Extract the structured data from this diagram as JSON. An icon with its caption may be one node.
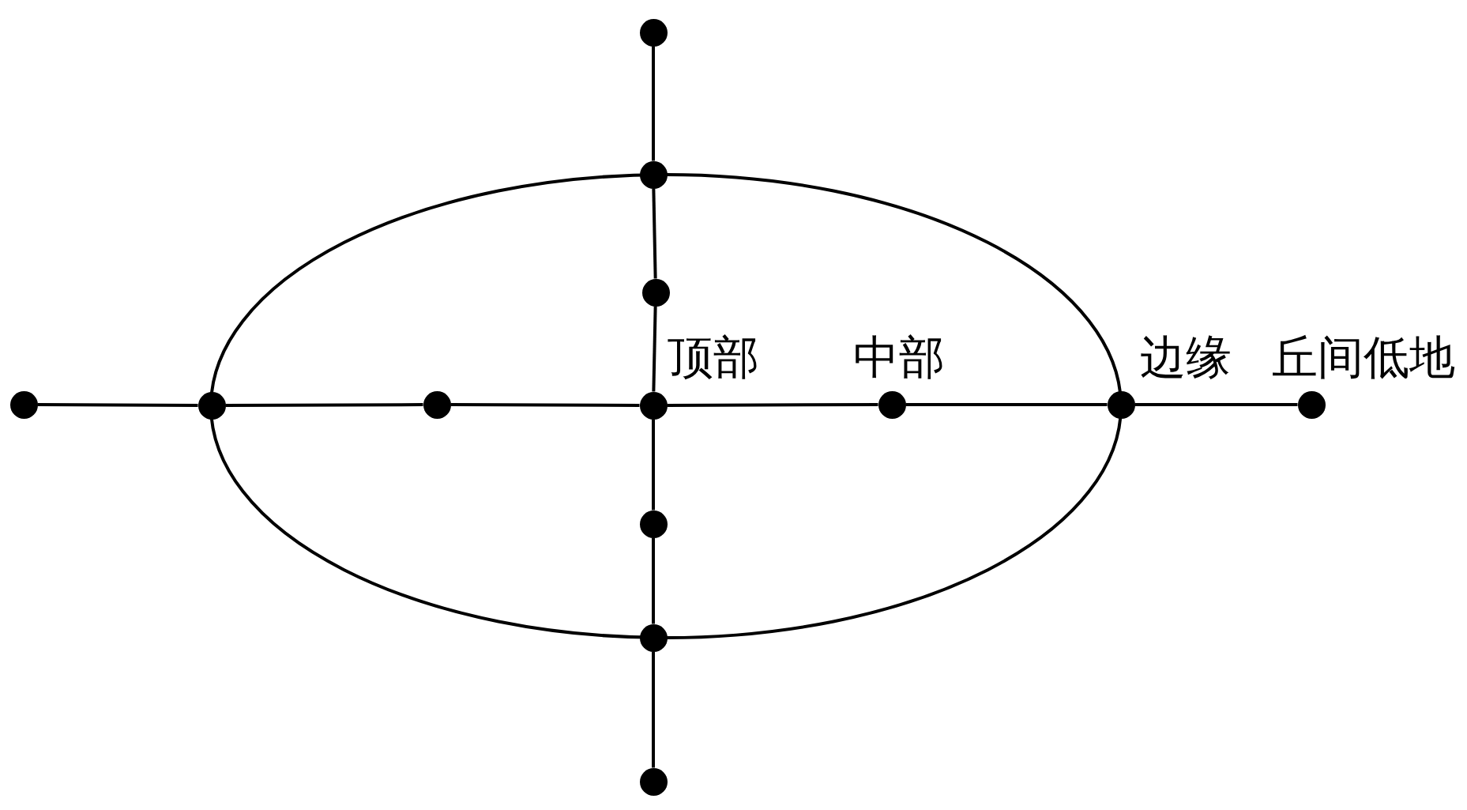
{
  "diagram": {
    "nodes": [
      {
        "text": [],
        "shape": "circle"
      },
      {
        "text": [],
        "shape": "circle"
      },
      {
        "text": [],
        "shape": "circle"
      },
      {
        "text": [],
        "shape": "circle"
      },
      {
        "text": [],
        "shape": "circle"
      },
      {
        "text": [],
        "shape": "circle"
      },
      {
        "text": [],
        "shape": "circle",
        "beside": [
          "顶部"
        ]
      },
      {
        "text": [],
        "shape": "circle",
        "beside": [
          "中部"
        ]
      },
      {
        "text": [],
        "shape": "circle",
        "beside": [
          "边缘"
        ]
      },
      {
        "text": [],
        "shape": "circle",
        "beside": [
          "丘间低地"
        ]
      },
      {
        "text": [],
        "shape": "circle"
      },
      {
        "text": [],
        "shape": "circle"
      },
      {
        "text": [],
        "shape": "circle"
      }
    ],
    "edges": [
      {
        "from": 0,
        "to": 1,
        "arrow": "none"
      },
      {
        "from": 1,
        "to": 2,
        "arrow": "none"
      },
      {
        "from": 2,
        "to": 6,
        "arrow": "none"
      },
      {
        "from": 6,
        "to": 10,
        "arrow": "none"
      },
      {
        "from": 10,
        "to": 11,
        "arrow": "none"
      },
      {
        "from": 11,
        "to": 12,
        "arrow": "none"
      },
      {
        "from": 3,
        "to": 4,
        "arrow": "none"
      },
      {
        "from": 4,
        "to": 5,
        "arrow": "none"
      },
      {
        "from": 5,
        "to": 6,
        "arrow": "none"
      },
      {
        "from": 6,
        "to": 7,
        "arrow": "none"
      },
      {
        "from": 7,
        "to": 8,
        "arrow": "none"
      },
      {
        "from": 8,
        "to": 9,
        "arrow": "none"
      }
    ]
  }
}
